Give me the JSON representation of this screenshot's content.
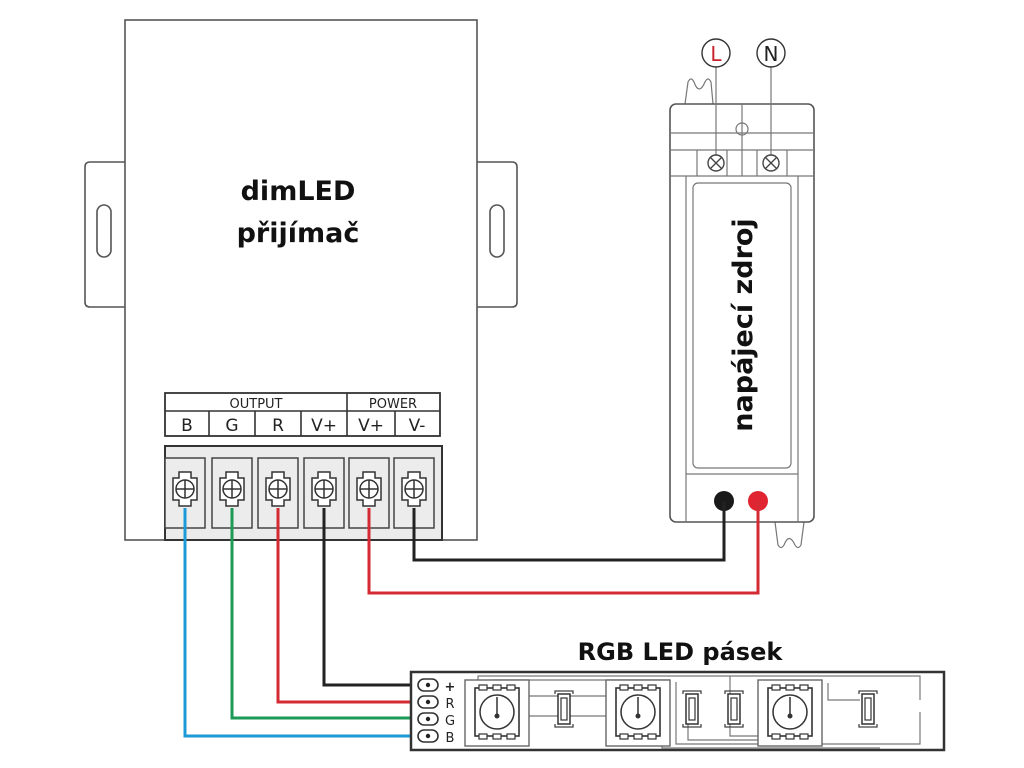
{
  "controller": {
    "title_line1": "dimLED",
    "title_line2": "přijímač",
    "group_output": "OUTPUT",
    "group_power": "POWER",
    "terminals": [
      "B",
      "G",
      "R",
      "V+",
      "V+",
      "V-"
    ]
  },
  "power_supply": {
    "label": "napájecí zdroj",
    "input_l": "L",
    "input_n": "N"
  },
  "led_strip": {
    "title": "RGB LED pásek",
    "pins": [
      "+",
      "R",
      "G",
      "B"
    ]
  },
  "colors": {
    "blue_wire": "#1c9ad6",
    "green_wire": "#1a9a55",
    "red_wire": "#d42a33",
    "black_wire": "#222222",
    "label_l": "#c8232c"
  }
}
